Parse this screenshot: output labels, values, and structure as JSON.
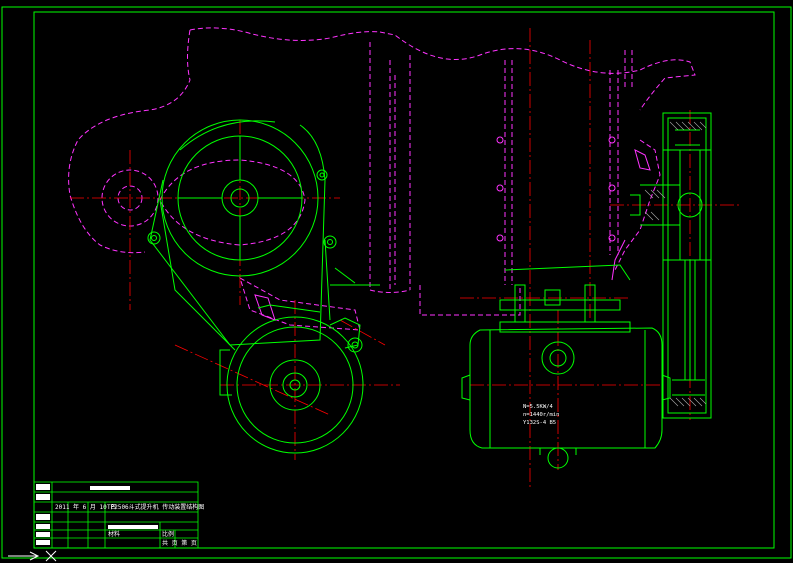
{
  "colors": {
    "background": "#000000",
    "frame": "#00ff00",
    "outline": "#00ff00",
    "hidden": "#ff33ff",
    "centerline": "#ff0000",
    "text": "#ffffff",
    "ucs": "#ffffff"
  },
  "title_block": {
    "drawing_name": "TP2506斗式提升机 传动装置结构图",
    "date_row": "2011 年 6 月 10 日",
    "scale_label": "比例",
    "sheet_label": "共 页 第 页",
    "material_label": "材料"
  },
  "motor_label": {
    "line1": "N=5.5KW/4",
    "line2": "n=1440r/min",
    "line3": "Y132S-4 B5"
  },
  "ucs_icon": "ucs-arrow-icon"
}
